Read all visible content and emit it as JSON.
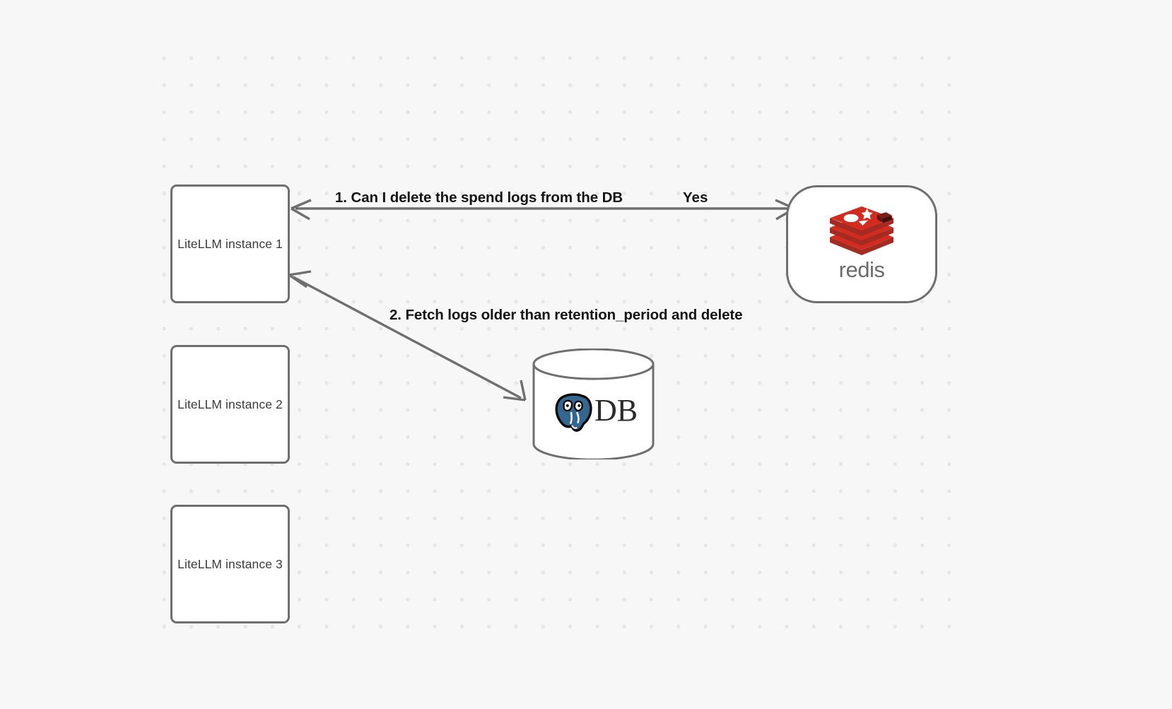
{
  "canvas": {
    "background_color": "#f7f7f7",
    "dot_color": "#e6e6e6",
    "edge_color": "#706f6f"
  },
  "nodes": [
    {
      "id": "litellm-1",
      "label": "LiteLLM instance 1",
      "shape": "rounded-rect"
    },
    {
      "id": "litellm-2",
      "label": "LiteLLM instance 2",
      "shape": "rounded-rect"
    },
    {
      "id": "litellm-3",
      "label": "LiteLLM instance 3",
      "shape": "rounded-rect"
    },
    {
      "id": "redis",
      "label": "redis",
      "shape": "stadium",
      "logo": "redis-logo",
      "logo_color": "#d32b20",
      "wordmark_color": "#6b6b6b"
    },
    {
      "id": "database",
      "label": "DB",
      "shape": "cylinder",
      "logo": "postgresql-elephant-icon",
      "logo_color": "#33678f"
    }
  ],
  "edges": [
    {
      "id": "edge-1",
      "from": "redis",
      "to": "litellm-1",
      "label": "1.  Can I delete the spend logs from the DB",
      "reply_label": "Yes",
      "direction": "bidirectional"
    },
    {
      "id": "edge-2",
      "from": "database",
      "to": "litellm-1",
      "label": "2.  Fetch logs older than retention_period and delete",
      "direction": "bidirectional"
    }
  ],
  "labels": {
    "step_one": "1.  Can I delete the spend logs from the DB",
    "step_one_reply": "Yes",
    "step_two": "2.  Fetch logs older than retention_period and delete"
  },
  "chart_data": {
    "type": "diagram",
    "title": "",
    "nodes": [
      "LiteLLM instance 1",
      "LiteLLM instance 2",
      "LiteLLM instance 3",
      "redis",
      "DB"
    ],
    "edges": [
      {
        "source": "LiteLLM instance 1",
        "target": "redis",
        "label": "1.  Can I delete the spend logs from the DB / Yes"
      },
      {
        "source": "LiteLLM instance 1",
        "target": "DB",
        "label": "2.  Fetch logs older than retention_period and delete"
      }
    ]
  }
}
